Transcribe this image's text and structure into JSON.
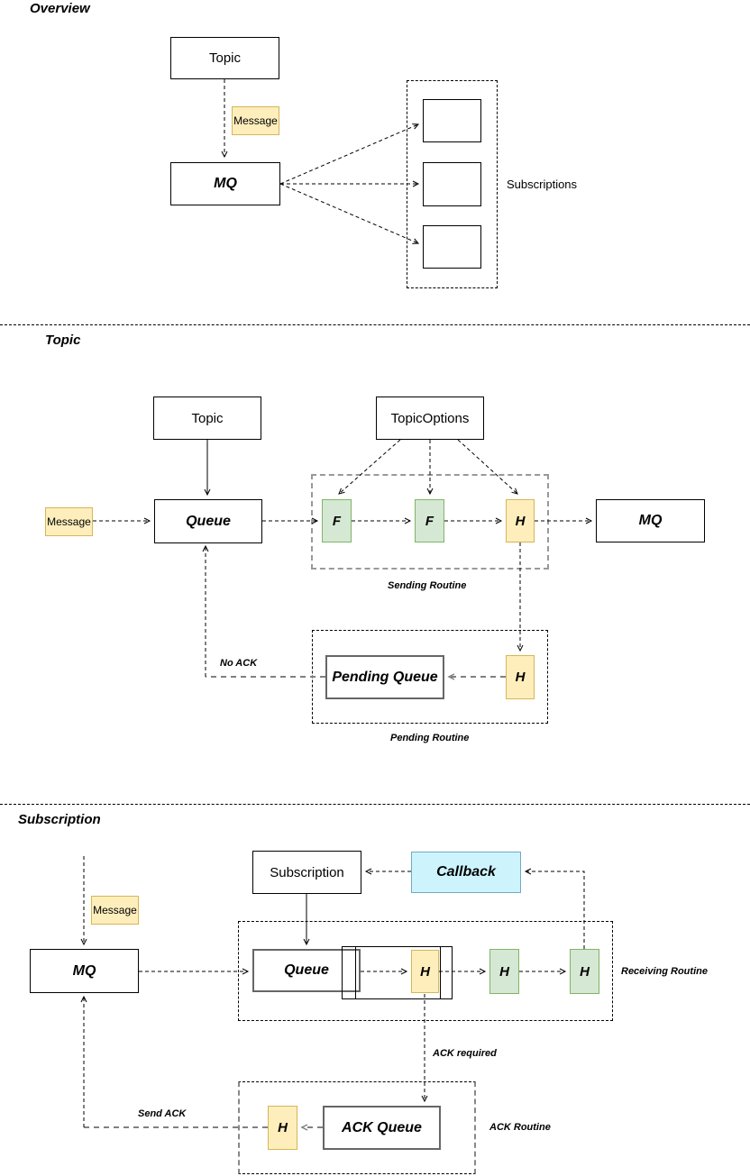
{
  "colors": {
    "yellow_fill": "#fdeebc",
    "yellow_border": "#d6b656",
    "green_fill": "#d5e8d4",
    "green_border": "#82b366",
    "cyan_fill": "#cdf4fd",
    "cyan_border": "#74a8c0",
    "gray_line": "#808080"
  },
  "overview": {
    "title": "Overview",
    "topic_box": "Topic",
    "message_label": "Message",
    "mq_box": "MQ",
    "subscriptions_label": "Subscriptions"
  },
  "topic": {
    "title": "Topic",
    "topic_box": "Topic",
    "topic_options_box": "TopicOptions",
    "message_label": "Message",
    "queue_box": "Queue",
    "filter1": "F",
    "filter2": "F",
    "handler_send": "H",
    "mq_box": "MQ",
    "sending_routine_label": "Sending Routine",
    "pending_routine_label": "Pending Routine",
    "pending_queue_box": "Pending Queue",
    "handler_pending": "H",
    "no_ack_label": "No ACK"
  },
  "subscription": {
    "title": "Subscription",
    "message_label": "Message",
    "mq_box": "MQ",
    "subscription_box": "Subscription",
    "callback_box": "Callback",
    "queue_box": "Queue",
    "handler_recv": "H",
    "handler_mid": "H",
    "handler_last": "H",
    "receiving_routine_label": "Receiving Routine",
    "ack_required_label": "ACK required",
    "ack_queue_box": "ACK Queue",
    "handler_ack": "H",
    "ack_routine_label": "ACK Routine",
    "send_ack_label": "Send ACK"
  }
}
